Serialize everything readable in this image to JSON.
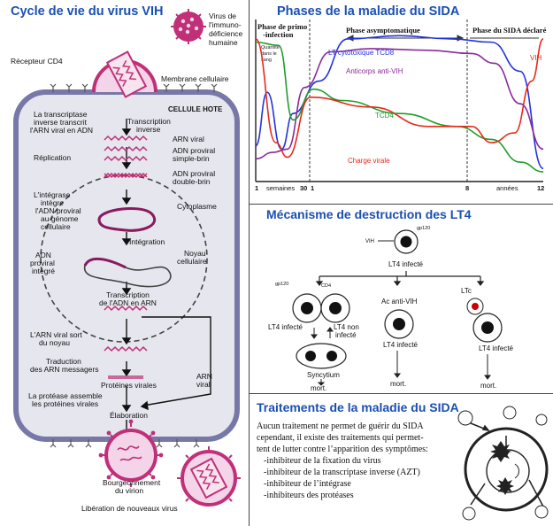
{
  "panel_cycle": {
    "title": "Cycle de vie du virus VIH",
    "labels": {
      "virus": [
        "Virus de",
        "l'immuno-",
        "déficience",
        "humaine"
      ],
      "cd4": "Récepteur CD4",
      "membrane": "Membrane cellulaire",
      "host": "CELLULE HOTE",
      "transcriptase": [
        "La transcriptase",
        "inverse transcrit",
        "l'ARN viral en ADN"
      ],
      "transcription_inverse": [
        "Transcription",
        "inverse"
      ],
      "arn_viral": "ARN viral",
      "adn_simple": [
        "ADN proviral",
        "simple-brin"
      ],
      "replication": "Réplication",
      "adn_double": [
        "ADN proviral",
        "double-brin"
      ],
      "integrase": [
        "L'intégrase",
        "intègre",
        "l'ADN proviral",
        "au génome",
        "cellulaire"
      ],
      "cytoplasme": "Cytoplasme",
      "integration": "Intégration",
      "noyau": [
        "Noyau",
        "cellulaire"
      ],
      "adn_integre": [
        "ADN",
        "proviral",
        "intégré"
      ],
      "transcription_adn": [
        "Transcription",
        "de l'ADN en ARN"
      ],
      "arn_sort": [
        "L'ARN viral sort",
        "du noyau"
      ],
      "traduction": [
        "Traduction",
        "des ARN messagers"
      ],
      "proteines": "Protéines virales",
      "arn_viral_side": [
        "ARN",
        "viral"
      ],
      "protease": [
        "La protéase assemble",
        "les protéines virales"
      ],
      "elaboration": "Élaboration",
      "bourgeonnement": [
        "Bourgeonnement",
        "du virion"
      ],
      "liberation": "Libération de nouveaux virus"
    }
  },
  "panel_phases": {
    "title": "Phases de la maladie du SIDA",
    "phase_labels": [
      "Phase de primo -infection",
      "Phase asymptomatique",
      "Phase du SIDA déclaré"
    ],
    "annotation": [
      "Quantité",
      "dans le",
      "sang"
    ],
    "x_ticks": [
      "1",
      "semaines",
      "30",
      "1",
      "8",
      "années",
      "12"
    ],
    "chart_data": {
      "type": "line",
      "x_unit_segments": [
        "semaines",
        "années"
      ],
      "series": [
        {
          "name": "LT cytotoxique TCD8",
          "color": "#2233dd",
          "points": [
            [
              0,
              22
            ],
            [
              4,
              55
            ],
            [
              9,
              20
            ],
            [
              13,
              42
            ],
            [
              22,
              62
            ],
            [
              32,
              88
            ],
            [
              50,
              90
            ],
            [
              68,
              88
            ],
            [
              82,
              86
            ],
            [
              92,
              68
            ],
            [
              100,
              8
            ]
          ]
        },
        {
          "name": "Anticorps anti-VIH",
          "color": "#8a2a9a",
          "points": [
            [
              0,
              14
            ],
            [
              6,
              18
            ],
            [
              11,
              20
            ],
            [
              17,
              58
            ],
            [
              26,
              80
            ],
            [
              40,
              82
            ],
            [
              60,
              81
            ],
            [
              75,
              79
            ],
            [
              83,
              73
            ],
            [
              92,
              48
            ],
            [
              100,
              20
            ]
          ]
        },
        {
          "name": "TCD4",
          "color": "#1f9e2a",
          "points": [
            [
              0,
              86
            ],
            [
              8,
              84
            ],
            [
              13,
              38
            ],
            [
              20,
              57
            ],
            [
              30,
              50
            ],
            [
              50,
              42
            ],
            [
              70,
              34
            ],
            [
              82,
              26
            ],
            [
              92,
              12
            ],
            [
              100,
              6
            ]
          ]
        },
        {
          "name": "Charge virale",
          "color": "#e52a1a",
          "points": [
            [
              0,
              88
            ],
            [
              7,
              24
            ],
            [
              11,
              15
            ],
            [
              19,
              52
            ],
            [
              40,
              46
            ],
            [
              60,
              34
            ],
            [
              75,
              34
            ],
            [
              82,
              24
            ],
            [
              90,
              30
            ],
            [
              96,
              62
            ],
            [
              100,
              88
            ]
          ]
        },
        {
          "name": "VIH",
          "color": "#e52a1a",
          "points": []
        }
      ]
    }
  },
  "panel_mechanism": {
    "title": "Mécanisme de destruction des LT4",
    "labels": {
      "vih": "VIH",
      "gp120_top": "gp120",
      "lt4_infecte_top": "LT4 infecté",
      "gp120": "gp120",
      "cd4": "CD4",
      "lt4_infecte_left": "LT4 infecté",
      "lt4_non_infecte": [
        "LT4 non",
        "infecté"
      ],
      "syncytium": "Syncytium",
      "mort": "mort.",
      "ac_anti_vih": "Ac anti-VIH",
      "lt4_infecte_mid": "LT4 infecté",
      "ltc": "LTc",
      "lt4_infecte_right": "LT4 infecté"
    }
  },
  "panel_treatments": {
    "title": "Traitements de la maladie du SIDA",
    "intro": [
      "Aucun traitement ne permet de guérir du SIDA",
      "cependant, il existe des traitements qui permet-",
      "tent de lutter contre l’apparition des symptômes:"
    ],
    "items": [
      "-inhibiteur de la fixation du virus",
      "-inhibiteur de la transcriptase inverse (AZT)",
      "-inhibiteur de l’intégrase",
      "-inhibiteurs des protéases"
    ]
  },
  "colors": {
    "title": "#1a4fb3",
    "cell_fill": "#e6e6ee",
    "cell_border": "#7878a8",
    "virus": "#c03078",
    "virus_light": "#f4d4e8",
    "dna": "#c03078"
  }
}
